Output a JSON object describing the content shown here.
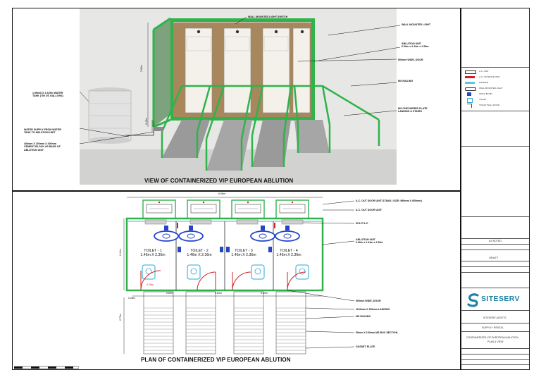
{
  "elevation": {
    "title": "VIEW OF CONTAINERIZED VIP EUROPEAN ABLUTION",
    "callouts": {
      "light_switch": "WALL MOUNTED LIGHT SWITCH",
      "light": "WALL MOUNTED LIGHT",
      "ablution_unit": "ABLUTION UNIT",
      "ablution_dims": "6.06m x 2.44m x 2.59m",
      "door": "900mm WIDE, DOOR",
      "railing": "MS RAILING",
      "plate_1": "MS CHECKERED PLATE",
      "plate_2": "LANDING & STAIRS",
      "tank_1": "1.55mØ X 1.625m WATER",
      "tank_2": "TANK (750 US GALLONS)",
      "supply_1": "WATER SUPPLY FROM WATER",
      "supply_2": "TANK TO ABLUTION UNIT",
      "block_1": "400mm X 200mm X 200mm",
      "block_2": "CEMENT BLOCK AS BASE OF",
      "block_3": "ABLUTION UNIT"
    },
    "dims": {
      "height_total": "3.00m",
      "height_base": "0.45m"
    }
  },
  "plan": {
    "title": "PLAN OF CONTAINERIZED VIP EUROPEAN ABLUTION",
    "overall_length": "6.06m",
    "overall_width": "2.44m",
    "toilets": [
      {
        "name": "TOILET - 1",
        "size": "1.46m X 2.36m"
      },
      {
        "name": "TOILET - 2",
        "size": "1.46m X 2.36m"
      },
      {
        "name": "TOILET - 3",
        "size": "1.46m X 2.36m"
      },
      {
        "name": "TOILET - 4",
        "size": "1.46m X 2.36m"
      }
    ],
    "callouts": {
      "ac_stand": "A.C. OUT DOOR UNIT STAND ( SIZE: 980mm X 600mm)",
      "ac_outdoor": "A.C. OUT DOOR UNIT",
      "split_ac": "SPLIT A.C.",
      "ablution_unit": "ABLUTION UNIT",
      "ablution_dims": "6.06m x 2.44m x 2.59m",
      "door": "900mm WIDE, DOOR",
      "landing": "1100mm X 900mm LANDING",
      "railing": "MS RAILING",
      "box_section": "50mm X 100mm MS BOX SECTION",
      "gusset": "GUSSET PLATE"
    },
    "dims": {
      "d1": "0.28m",
      "d2": "0.28m",
      "d3": "0.69m",
      "d4": "0.69m",
      "d5": "0.69m",
      "stair_len": "2.70m"
    }
  },
  "title_block": {
    "brand": "SITESERV",
    "notes_heading": "AS NOTED",
    "status": "DRAFT",
    "client": "SITESERV ASSETS",
    "purpose": "SUPPLY / RENTAL",
    "drawing_title_1": "CONTAINERIZED VIP EUROPEAN ABLUTION",
    "drawing_title_2": "PLAN & VIEW",
    "legend": [
      "A.C. UNIT",
      "A.C. OUTDOOR UNIT",
      "WINDOW",
      "WALL MOUNTED LIGHT",
      "WASH BASIN",
      "TOILET",
      "TOILET WALL DOOR"
    ]
  },
  "colors": {
    "container_green": "#2fb34a",
    "wall_wood": "#a8875c",
    "door_white": "#f3f1ea",
    "tank": "#e2e2e2",
    "brand_blue": "#1f84a3",
    "fixture_blue": "#2345c8",
    "door_red": "#d31f1f"
  }
}
